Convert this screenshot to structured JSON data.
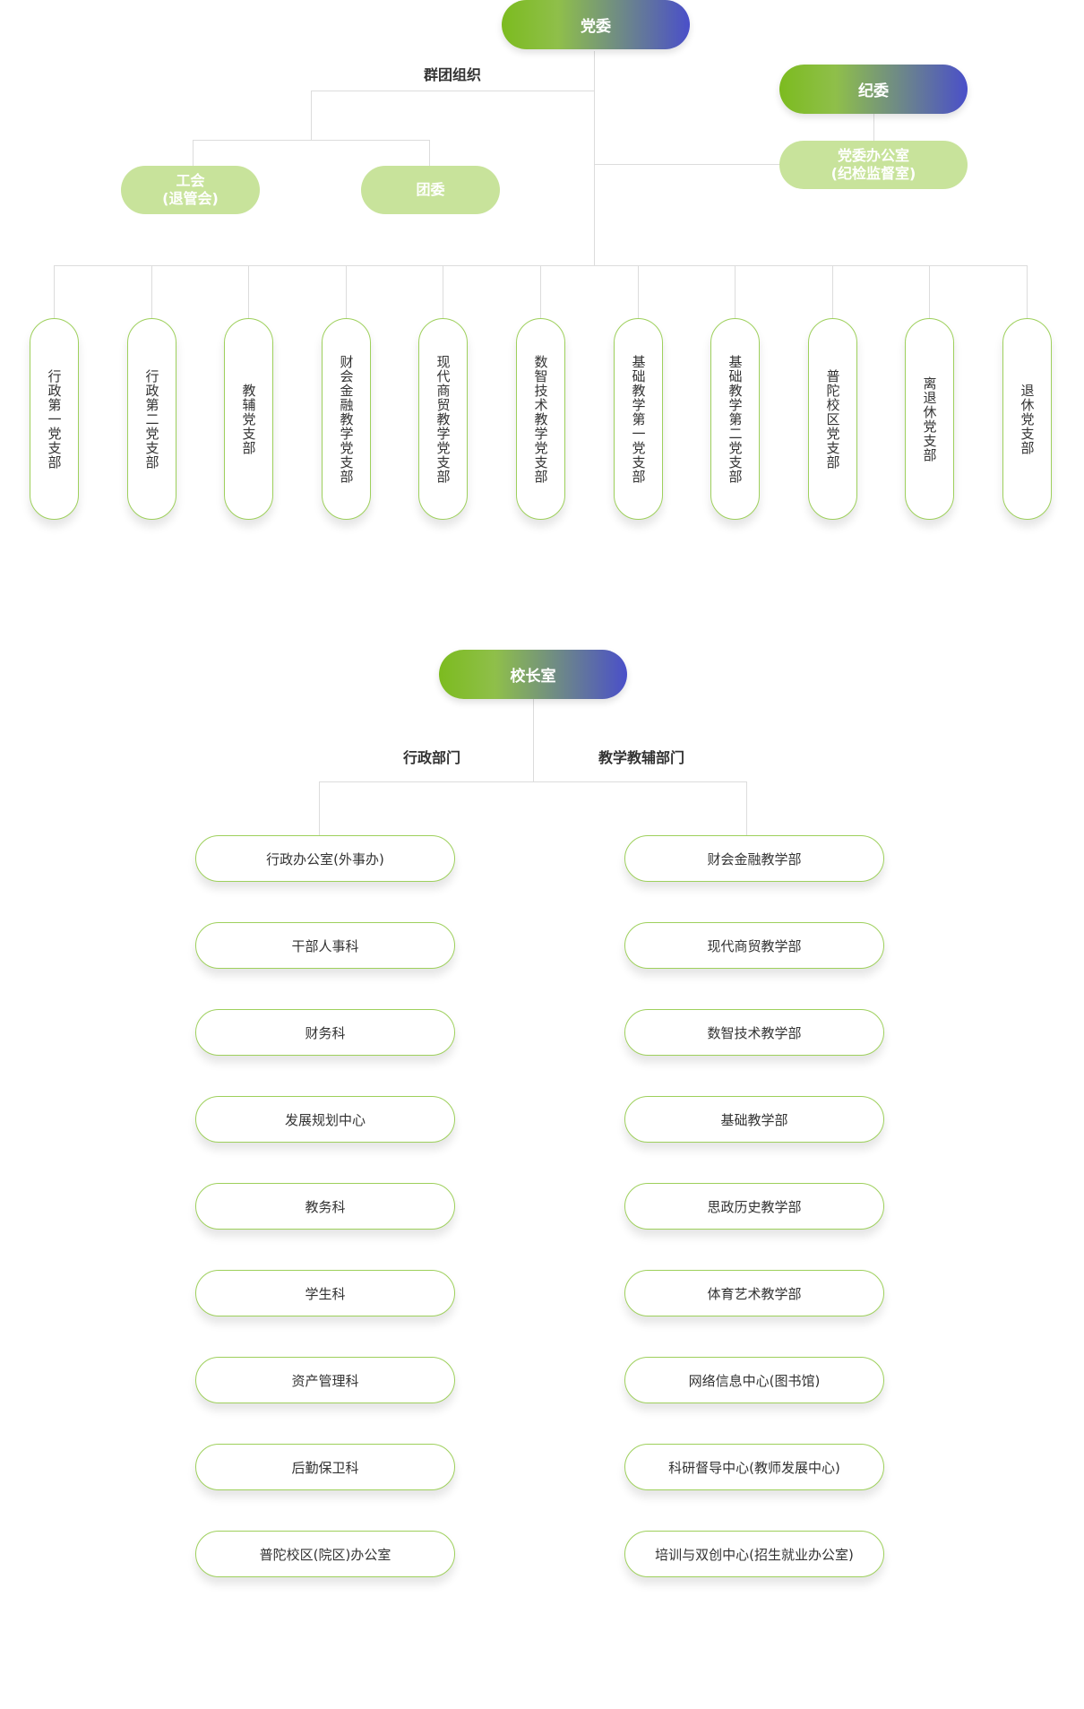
{
  "party": {
    "title": "党委",
    "mass_label": "群团组织",
    "union_line1": "工会",
    "union_line2": "(退管会)",
    "youth": "团委",
    "discipline": "纪委",
    "office_line1": "党委办公室",
    "office_line2": "(纪检监督室)",
    "branches": [
      "行政第一党支部",
      "行政第二党支部",
      "教辅党支部",
      "财会金融教学党支部",
      "现代商贸教学党支部",
      "数智技术教学党支部",
      "基础教学第一党支部",
      "基础教学第二党支部",
      "普陀校区党支部",
      "离退休党支部",
      "退休党支部"
    ]
  },
  "principal": {
    "title": "校长室",
    "admin_label": "行政部门",
    "teaching_label": "教学教辅部门",
    "admin_departments": [
      "行政办公室(外事办)",
      "干部人事科",
      "财务科",
      "发展规划中心",
      "教务科",
      "学生科",
      "资产管理科",
      "后勤保卫科",
      "普陀校区(院区)办公室"
    ],
    "teaching_departments": [
      "财会金融教学部",
      "现代商贸教学部",
      "数智技术教学部",
      "基础教学部",
      "思政历史教学部",
      "体育艺术教学部",
      "网络信息中心(图书馆)",
      "科研督导中心(教师发展中心)",
      "培训与双创中心(招生就业办公室)"
    ]
  },
  "colors": {
    "gradient_start": "#7cbb1f",
    "gradient_end": "#4a4fc9",
    "light_green": "#c8e39b",
    "border_green": "#9ed05c",
    "line_gray": "#dcdcdc"
  }
}
